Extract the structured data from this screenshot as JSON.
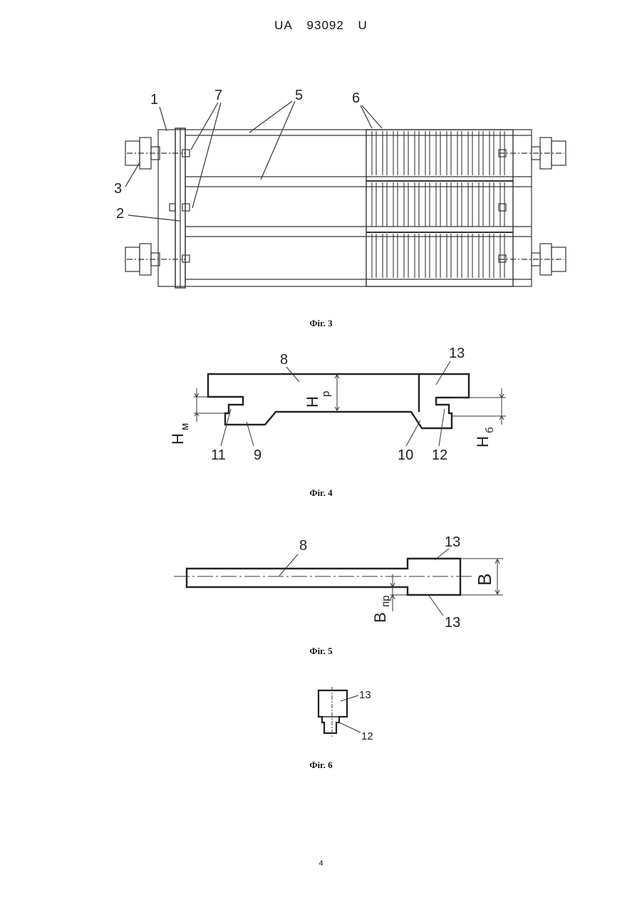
{
  "header": {
    "office": "UA",
    "number": "93092",
    "kind": "U"
  },
  "figures": [
    {
      "caption": "Фіг. 3",
      "labels": [
        "1",
        "7",
        "5",
        "6",
        "3",
        "2"
      ]
    },
    {
      "caption": "Фіг. 4",
      "labels": [
        "8",
        "13",
        "H",
        "р",
        "H",
        "м",
        "H",
        "б",
        "11",
        "9",
        "10",
        "12"
      ]
    },
    {
      "caption": "Фіг. 5",
      "labels": [
        "8",
        "13",
        "B",
        "B",
        "пр",
        "13"
      ]
    },
    {
      "caption": "Фіг. 6",
      "labels": [
        "13",
        "12"
      ]
    }
  ],
  "page_number": "4"
}
